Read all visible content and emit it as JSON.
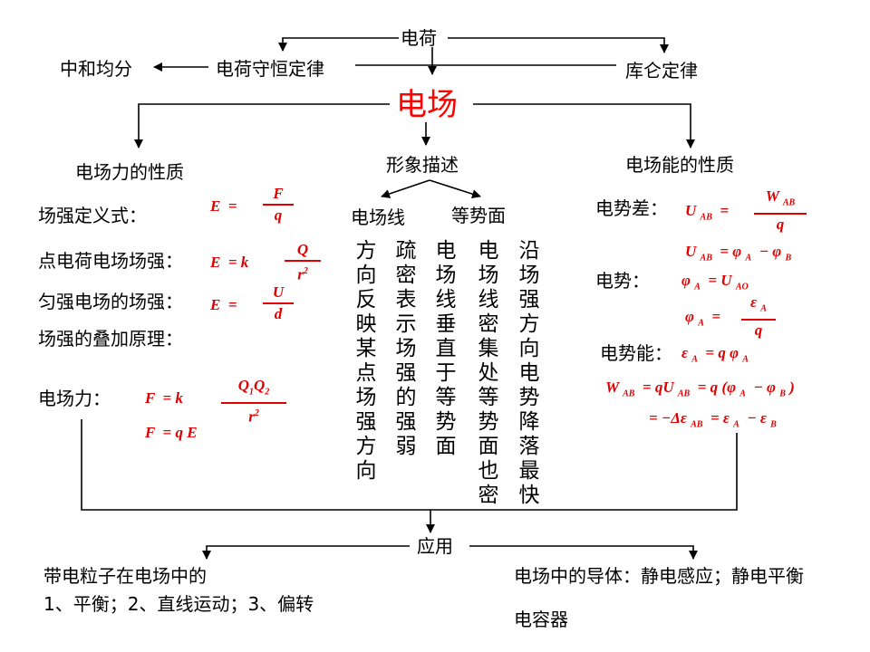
{
  "nodes": {
    "charge": "电荷",
    "neutralize": "中和均分",
    "conservation": "电荷守恒定律",
    "coulomb": "库仑定律",
    "field": "电场",
    "force_props": "电场力的性质",
    "description": "形象描述",
    "energy_props": "电场能的性质",
    "application": "应用"
  },
  "force_side": {
    "def": "场强定义式：",
    "point": "点电荷电场场强：",
    "uniform": "匀强电场的场强：",
    "superposition": "场强的叠加原理：",
    "force": "电场力："
  },
  "description_side": {
    "lines": "电场线",
    "equipotential": "等势面",
    "columns": [
      "方向反映某点场强方向",
      "疏密表示场强的强弱",
      "电场线垂直于等势面",
      "电场线密集处等势面也密",
      "沿场强方向电势降落最快"
    ]
  },
  "energy_side": {
    "potential_diff": "电势差：",
    "potential": "电势：",
    "potential_energy": "电势能："
  },
  "applications": {
    "left_line1": "带电粒子在电场中的",
    "left_line2": "1、平衡；2、直线运动；3、偏转",
    "right_line1": "电场中的导体：静电感应；静电平衡",
    "right_line2": "电容器"
  },
  "colors": {
    "title": "#ff0000",
    "formula": "#e00000",
    "line": "#000000"
  }
}
